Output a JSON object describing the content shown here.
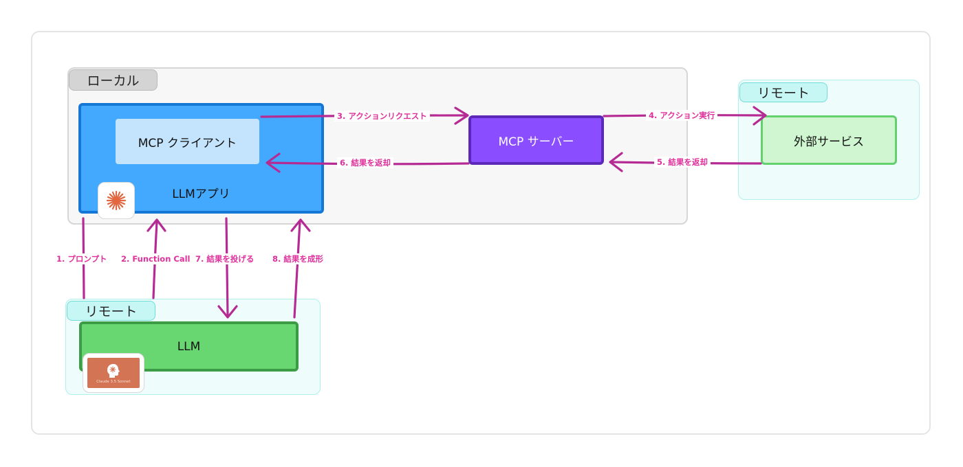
{
  "zones": {
    "local_label": "ローカル",
    "remote_right_label": "リモート",
    "remote_bottom_label": "リモート"
  },
  "nodes": {
    "mcp_client": "MCP クライアント",
    "llm_app": "LLMアプリ",
    "mcp_server": "MCP サーバー",
    "external_service": "外部サービス",
    "llm": "LLM"
  },
  "edges": {
    "e1": "1. プロンプト",
    "e2": "2. Function Call",
    "e3": "3. アクションリクエスト",
    "e4": "4. アクション実行",
    "e5": "5. 結果を返却",
    "e6": "6. 結果を返却",
    "e7": "7. 結果を投げる",
    "e8": "8. 結果を成形"
  },
  "logos": {
    "claude": "claude-logo-icon",
    "sonnet_caption": "Claude 3.5 Sonnet"
  },
  "colors": {
    "arrow": "#b52a93",
    "edge_label": "#e0309c",
    "llm_app_fill": "#42a9ff",
    "mcp_server_fill": "#8a4dff",
    "external_fill": "#cff5d1",
    "llm_fill": "#68d671",
    "remote_zone": "#effcfc"
  }
}
